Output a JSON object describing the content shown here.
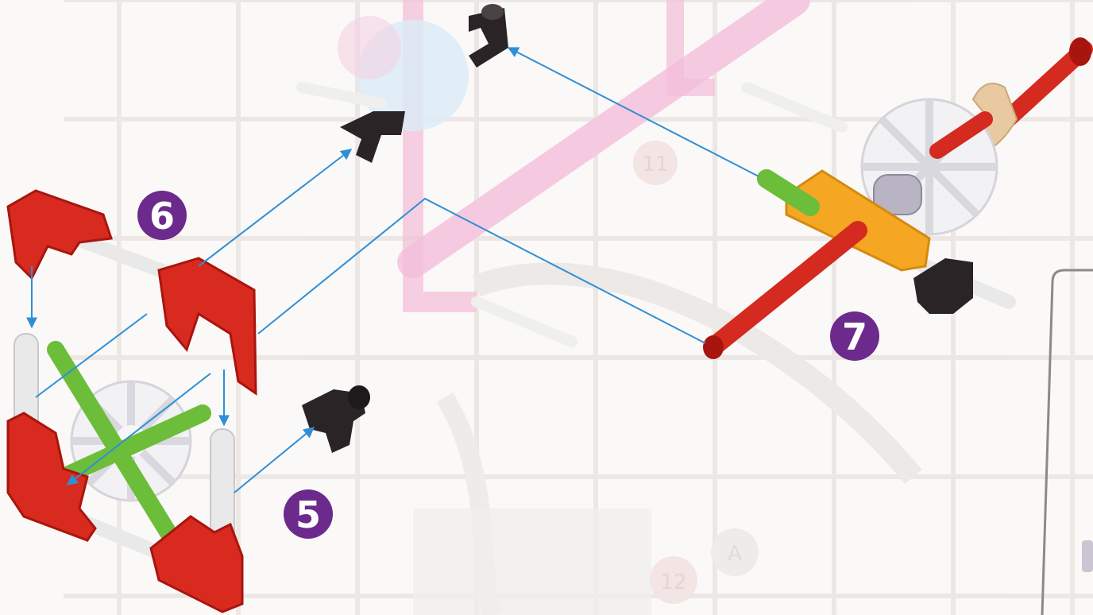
{
  "steps": [
    {
      "id": "step-5",
      "number": "5"
    },
    {
      "id": "step-6",
      "number": "6"
    },
    {
      "id": "step-7",
      "number": "7"
    }
  ],
  "faded_background_labels": [
    "11",
    "12",
    "A"
  ],
  "colors": {
    "page": "#fbf9f7",
    "badge": "#6b2a8c",
    "badge_text": "#ffffff",
    "arrow": "#2f8fd6",
    "connector_red": "#d82a1f",
    "connector_dark_red": "#a8150f",
    "rod_white": "#e9e9ea",
    "rod_green": "#6bbd3a",
    "rod_red": "#d42a1f",
    "connector_yellow": "#f5a623",
    "clip_black": "#2a2426",
    "spacer_tan": "#e8c9a0",
    "spacer_grey": "#b8b4c4",
    "gear_white": "#f2f2f4",
    "ghost_pink": "#f2b6d6",
    "ghost_blue": "#c9e2f5",
    "ghost_grey": "#e6e3e0",
    "inset_border": "#8a8a8a"
  },
  "icons": [
    "gear-icon",
    "clip-icon",
    "rod-icon",
    "connector-icon",
    "arrow-icon"
  ]
}
